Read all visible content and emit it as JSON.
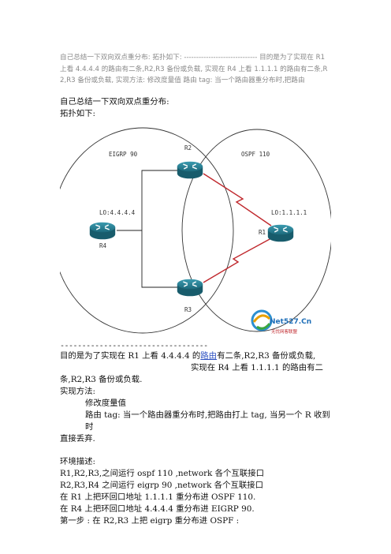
{
  "summary": "自己总结一下双向双点重分布: 拓扑如下: ------------------------------ 目的是为了实现在 R1 上看 4.4.4.4 的路由有二条,R2,R3 备份或负载, 实现在 R4 上看 1.1.1.1 的路由有二条,R2,R3 备份或负载, 实现方法: 修改度量值 路由 tag: 当一个路由器重分布时,把路由",
  "title_line1": "自己总结一下双向双点重分布:",
  "title_line2": "拓扑如下:",
  "diagram": {
    "labels": {
      "eigrp": "EIGRP 90",
      "ospf": "OSPF 110",
      "r2": "R2",
      "r3": "R3",
      "r1": "R1",
      "r4": "R4",
      "lo4": "LO:4.4.4.4",
      "lo1": "LO:1.1.1.1"
    },
    "logo_text": "Net527.Cn",
    "logo_sub": "无忧网客联盟",
    "colors": {
      "router": "#1f6f80",
      "serial": "#c0282d",
      "ellipse": "#333333"
    }
  },
  "divider": "----------------------------------",
  "goal": {
    "p1_pre": "目的是为了实现在 R1 上看 4.4.4.4 的",
    "p1_link": "路由",
    "p1_post": "有二条,R2,R3 备份或负载,",
    "p2a": "实现在 R4 上看 1.1.1.1 的路由有二",
    "p2b": "条,R2,R3 备份或负载."
  },
  "method": {
    "heading": "实现方法:",
    "item1": "修改度量值",
    "item2a": "路由 tag: 当一个路由器重分布时,把路由打上 tag, 当另一个 R 收到时",
    "item2b": "直接丢弃."
  },
  "env": {
    "heading": "环境描述:",
    "lines": [
      "R1,R2,R3,之间运行 ospf 110 ,network 各个互联接口",
      "R2,R3,R4 之间运行 eigrp 90 ,network 各个互联接口",
      "在 R1 上把环回口地址 1.1.1.1 重分布进 OSPF 110.",
      "在 R4 上把环回口地址 4.4.4.4 重分布进 EIGRP 90.",
      "第一步 : 在 R2,R3 上把 eigrp 重分布进 OSPF :"
    ]
  }
}
